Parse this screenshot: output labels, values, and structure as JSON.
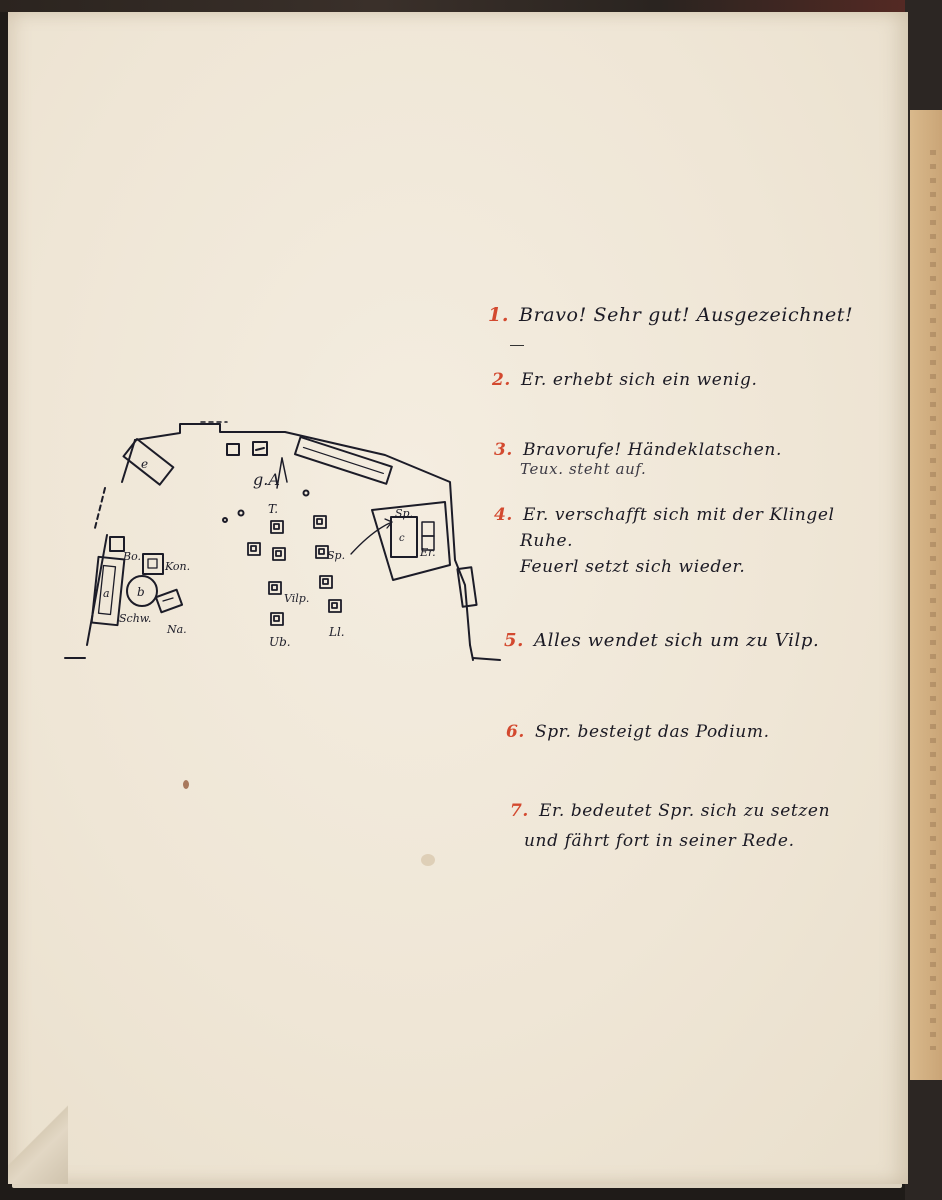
{
  "plan": {
    "labels": {
      "e": "e",
      "gA": "g.A",
      "T": "T.",
      "sp_box": "Sp.",
      "c": "c",
      "er": "Er.",
      "sp": "Sp.",
      "vilp": "Vilp.",
      "ub": "Ub.",
      "el": "Ll.",
      "bo": "Bo.",
      "kon": "Kon.",
      "a": "a",
      "b": "b",
      "schw": "Schw.",
      "na": "Na."
    }
  },
  "notes": [
    {
      "num": "1.",
      "text": "Bravo! Sehr gut! Ausgezeichnet!"
    },
    {
      "num": "2.",
      "text": "Er. erhebt sich ein wenig."
    },
    {
      "num": "3.",
      "text": "Bravorufe! Händeklatschen.",
      "sub": "Teux. steht auf."
    },
    {
      "num": "4.",
      "text": "Er. verschafft sich mit der Klingel",
      "line2": "Ruhe.",
      "line3": "Feuerl setzt sich wieder."
    },
    {
      "num": "5.",
      "text": "Alles wendet sich um zu Vilp."
    },
    {
      "num": "6.",
      "text": "Spr. besteigt das Podium."
    },
    {
      "num": "7.",
      "text": "Er. bedeutet Spr. sich zu setzen",
      "line2": "und fährt fort in seiner Rede."
    }
  ]
}
